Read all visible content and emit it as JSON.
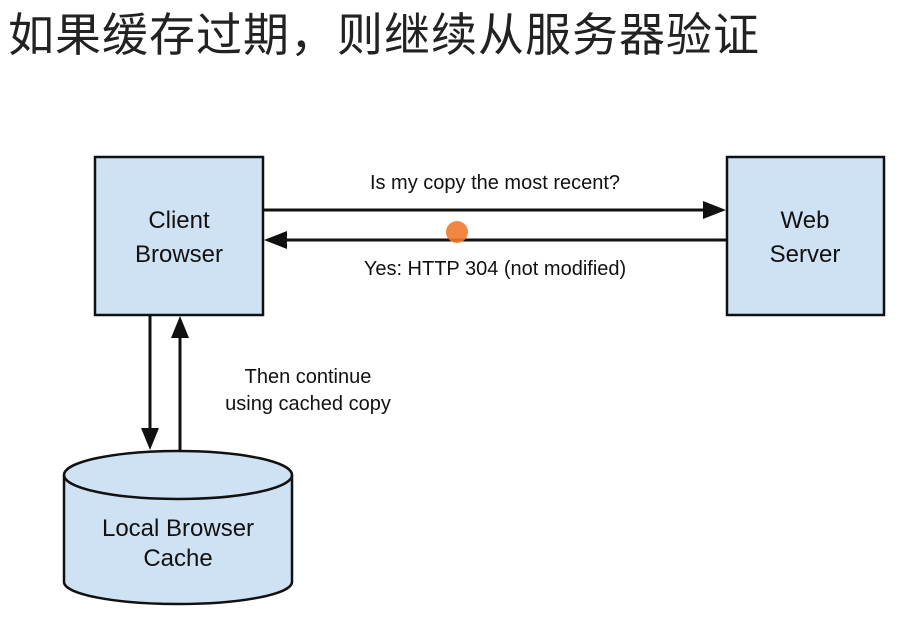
{
  "title": "如果缓存过期，则继续从服务器验证",
  "colors": {
    "box_fill": "#cfe2f3",
    "box_stroke": "#111111",
    "arrow": "#111111",
    "cursor_dot": "#f07a2e"
  },
  "nodes": {
    "client": {
      "line1": "Client",
      "line2": "Browser"
    },
    "server": {
      "line1": "Web",
      "line2": "Server"
    },
    "cache": {
      "line1": "Local Browser",
      "line2": "Cache"
    }
  },
  "arrows": {
    "request_label": "Is my copy the most recent?",
    "response_label": "Yes: HTTP 304 (not modified)",
    "cache_label_line1": "Then continue",
    "cache_label_line2": "using cached copy"
  }
}
